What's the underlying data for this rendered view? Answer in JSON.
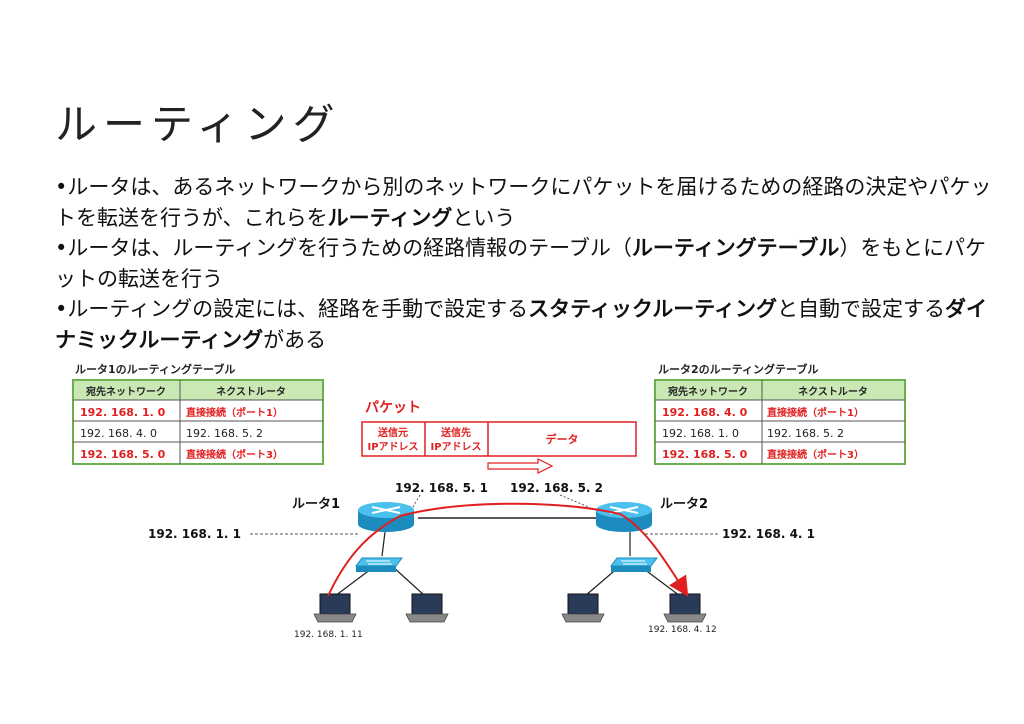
{
  "title": "ルーティング",
  "bullets": [
    {
      "bullet": "•",
      "parts": [
        {
          "t": "ルータは、あるネットワークから別のネットワークにパケットを届けるための経路の決定やパケットを転送を行うが、これらを"
        },
        {
          "t": "ルーティング",
          "b": true
        },
        {
          "t": "という"
        }
      ]
    },
    {
      "bullet": "•",
      "parts": [
        {
          "t": "ルータは、ルーティングを行うための経路情報のテーブル（"
        },
        {
          "t": "ルーティングテーブル",
          "b": true
        },
        {
          "t": "）をもとにパケットの転送を行う"
        }
      ]
    },
    {
      "bullet": "•",
      "parts": [
        {
          "t": "ルーティングの設定には、経路を手動で設定する"
        },
        {
          "t": "スタティックルーティング",
          "b": true
        },
        {
          "t": "と自動で設定する"
        },
        {
          "t": "ダイナミックルーティング",
          "b": true
        },
        {
          "t": "がある"
        }
      ]
    }
  ],
  "diagram": {
    "router1_table": {
      "caption": "ルータ1のルーティングテーブル",
      "headers": [
        "宛先ネットワーク",
        "ネクストルータ"
      ],
      "rows": [
        {
          "dest": "192. 168. 1. 0",
          "next": "直接接続（ポート1）",
          "highlight": true
        },
        {
          "dest": "192. 168. 4. 0",
          "next": "192. 168. 5. 2",
          "highlight": false
        },
        {
          "dest": "192. 168. 5. 0",
          "next": "直接接続（ポート3）",
          "highlight": true
        }
      ]
    },
    "router2_table": {
      "caption": "ルータ2のルーティングテーブル",
      "headers": [
        "宛先ネットワーク",
        "ネクストルータ"
      ],
      "rows": [
        {
          "dest": "192. 168. 4. 0",
          "next": "直接接続（ポート1）",
          "highlight": true
        },
        {
          "dest": "192. 168. 1. 0",
          "next": "192. 168. 5. 2",
          "highlight": false
        },
        {
          "dest": "192. 168. 5. 0",
          "next": "直接接続（ポート3）",
          "highlight": true
        }
      ]
    },
    "packet": {
      "label": "パケット",
      "fields": [
        {
          "l1": "送信元",
          "l2": "IPアドレス"
        },
        {
          "l1": "送信先",
          "l2": "IPアドレス"
        },
        {
          "l1": "データ",
          "l2": ""
        }
      ]
    },
    "router1_label": "ルータ1",
    "router2_label": "ルータ2",
    "link_ip_left": "192. 168. 5. 1",
    "link_ip_right": "192. 168. 5. 2",
    "net_left_ip": "192. 168. 1. 1",
    "net_right_ip": "192. 168. 4. 1",
    "pc_left_ip": "192. 168. 1. 11",
    "pc_right_ip": "192. 168. 4. 12",
    "colors": {
      "accent_red": "#e02020",
      "header_green": "#c9e8b4",
      "table_border": "#6ab04c",
      "router_blue": "#2aa6d8"
    }
  }
}
